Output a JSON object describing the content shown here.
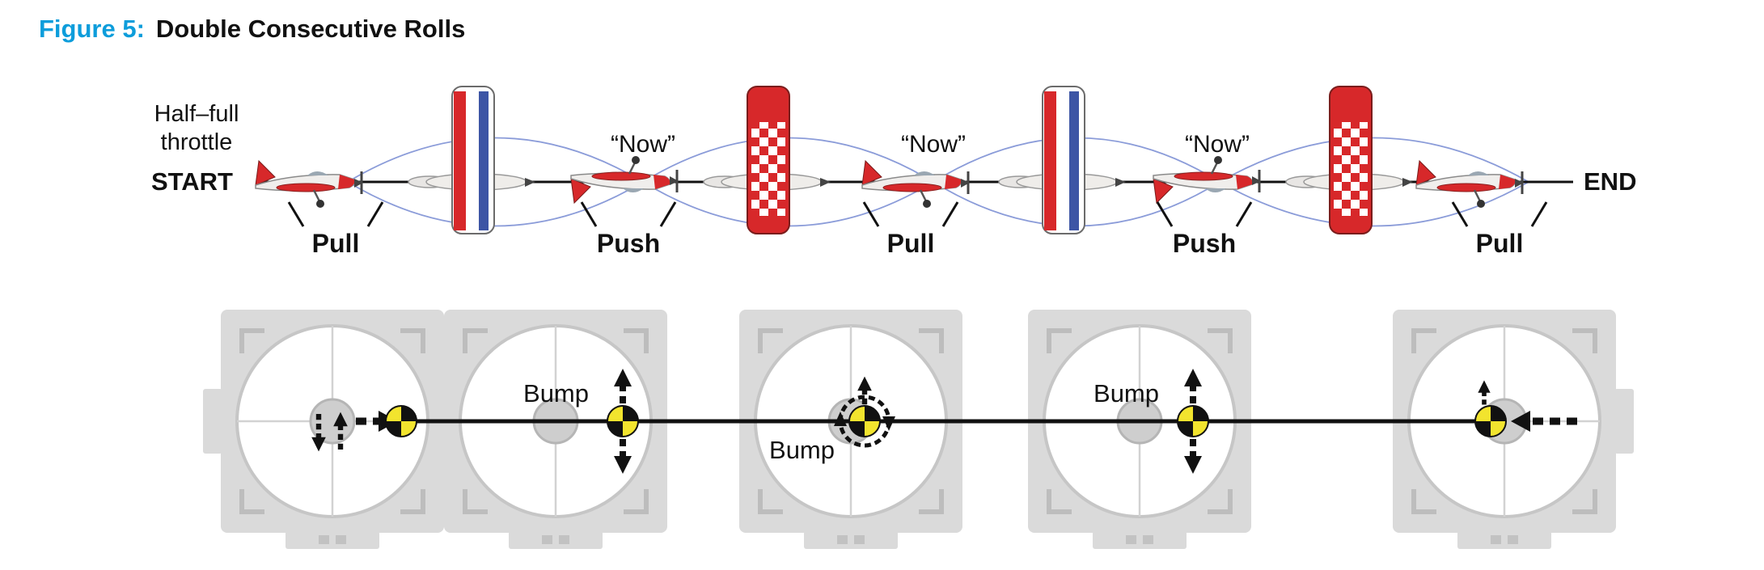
{
  "figure": {
    "label": "Figure 5:",
    "title": "Double Consecutive Rolls"
  },
  "flight_path": {
    "throttle_note": "Half–full throttle",
    "start_label": "START",
    "end_label": "END",
    "now_labels": [
      "“Now”",
      "“Now”",
      "“Now”"
    ],
    "control_labels": [
      "Pull",
      "Push",
      "Pull",
      "Push",
      "Pull"
    ]
  },
  "stick_sequence": {
    "bump_labels": [
      "Bump",
      "Bump",
      "Bump"
    ]
  },
  "colors": {
    "figure_label_blue": "#0d9ddb",
    "flight_curve_blue": "#8b9cd9",
    "plane_red": "#d7282a",
    "stick_marker_yellow": "#f2e42e"
  }
}
